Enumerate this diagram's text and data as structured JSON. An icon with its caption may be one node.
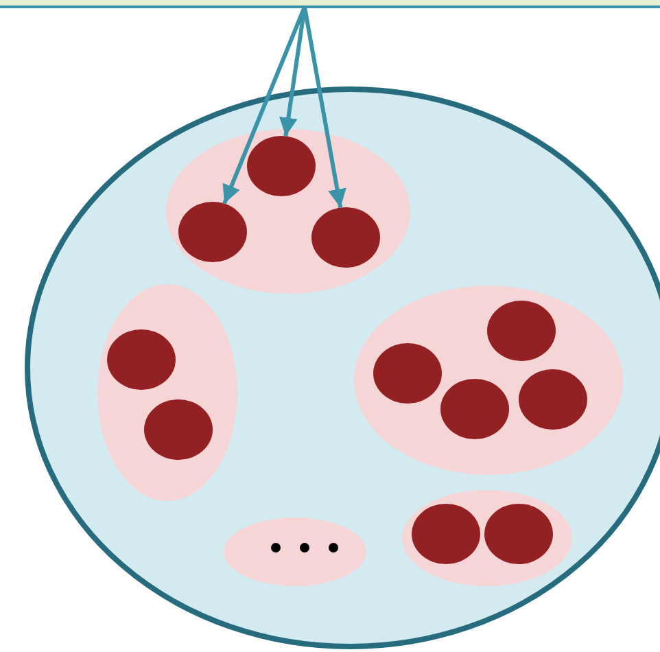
{
  "diagram": {
    "nodes": [
      {
        "text": [],
        "shape": "bar"
      },
      {
        "text": [],
        "shape": "ellipse"
      },
      {
        "text": [],
        "shape": "ellipse",
        "in": 1
      },
      {
        "text": [],
        "shape": "ellipse",
        "in": 1
      },
      {
        "text": [],
        "shape": "ellipse",
        "in": 1
      },
      {
        "text": [],
        "shape": "ellipse",
        "in": 1
      },
      {
        "text": [],
        "shape": "ellipse",
        "in": 1
      },
      {
        "text": [],
        "shape": "circle",
        "in": 2
      },
      {
        "text": [],
        "shape": "circle",
        "in": 2
      },
      {
        "text": [],
        "shape": "circle",
        "in": 2
      },
      {
        "text": [],
        "shape": "circle",
        "in": 3
      },
      {
        "text": [],
        "shape": "circle",
        "in": 3
      },
      {
        "text": [],
        "shape": "circle",
        "in": 4
      },
      {
        "text": [],
        "shape": "circle",
        "in": 4
      },
      {
        "text": [],
        "shape": "circle",
        "in": 4
      },
      {
        "text": [],
        "shape": "circle",
        "in": 4
      },
      {
        "text": [],
        "shape": "circle",
        "in": 6
      },
      {
        "text": [],
        "shape": "circle",
        "in": 6
      }
    ],
    "edges": [
      {
        "from": 0,
        "to": 8,
        "arrow": "to"
      },
      {
        "from": 0,
        "to": 7,
        "arrow": "to"
      },
      {
        "from": 0,
        "to": 9,
        "arrow": "to"
      }
    ]
  }
}
